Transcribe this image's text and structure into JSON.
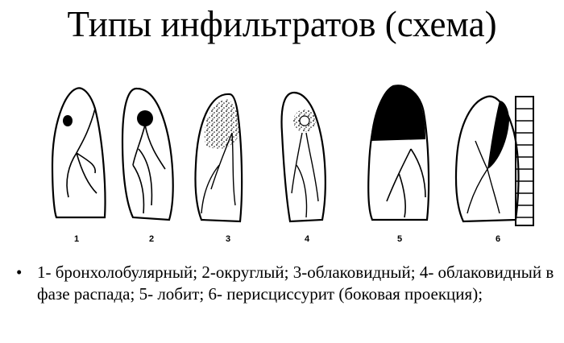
{
  "title": "Типы инфильтратов (схема)",
  "diagram": {
    "lungs": [
      {
        "label": "1",
        "type": "bronchlobular"
      },
      {
        "label": "2",
        "type": "round"
      },
      {
        "label": "3",
        "type": "cloud-like"
      },
      {
        "label": "4",
        "type": "cloud-like-decay"
      },
      {
        "label": "5",
        "type": "lobitis"
      },
      {
        "label": "6",
        "type": "pericissuritis-lateral"
      }
    ]
  },
  "caption": {
    "bullet": "•",
    "text": "1- бронхолобулярный; 2-округлый; 3-облаковидный; 4- облаковидный в фазе распада; 5- лобит; 6- перисциссурит (боковая проекция);"
  }
}
